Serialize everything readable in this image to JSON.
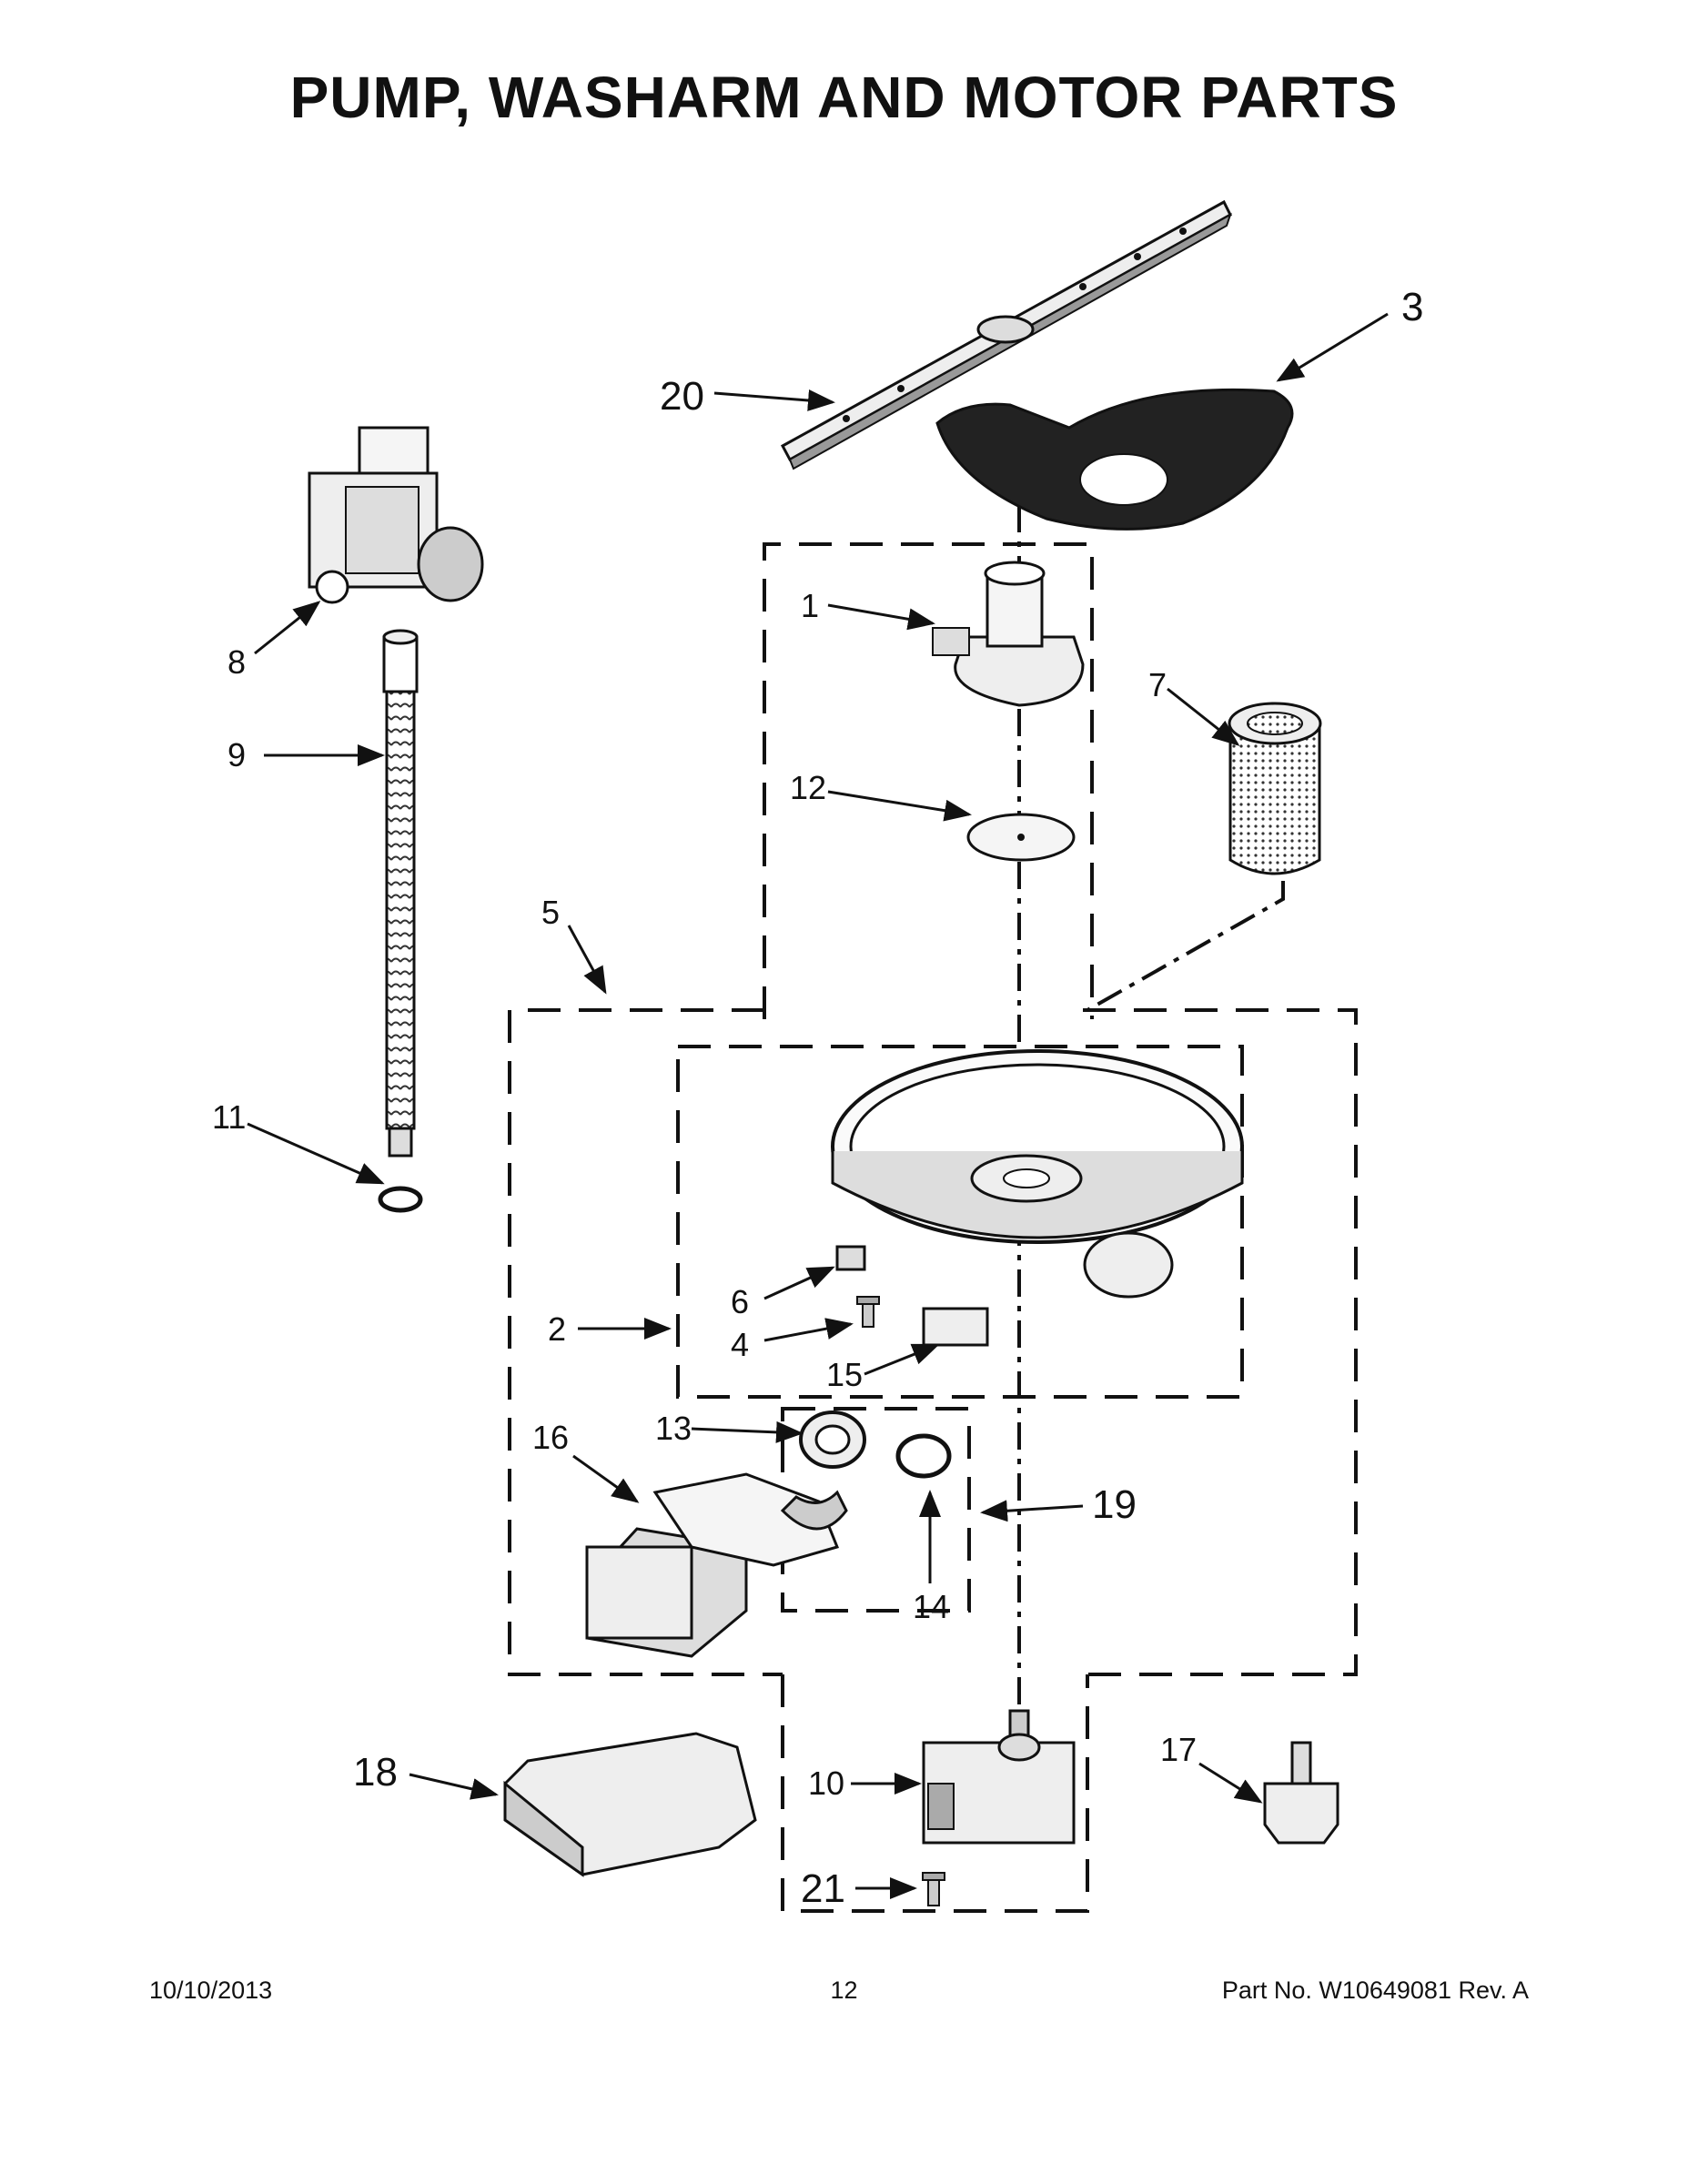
{
  "title": "PUMP, WASHARM AND MOTOR PARTS",
  "callouts": {
    "c1": "1",
    "c2": "2",
    "c3": "3",
    "c4": "4",
    "c5": "5",
    "c6": "6",
    "c7": "7",
    "c8": "8",
    "c9": "9",
    "c10": "10",
    "c11": "11",
    "c12": "12",
    "c13": "13",
    "c14": "14",
    "c15": "15",
    "c16": "16",
    "c17": "17",
    "c18": "18",
    "c19": "19",
    "c20": "20",
    "c21": "21"
  },
  "footer": {
    "date": "10/10/2013",
    "page": "12",
    "part": "Part No.  W10649081  Rev.  A"
  }
}
